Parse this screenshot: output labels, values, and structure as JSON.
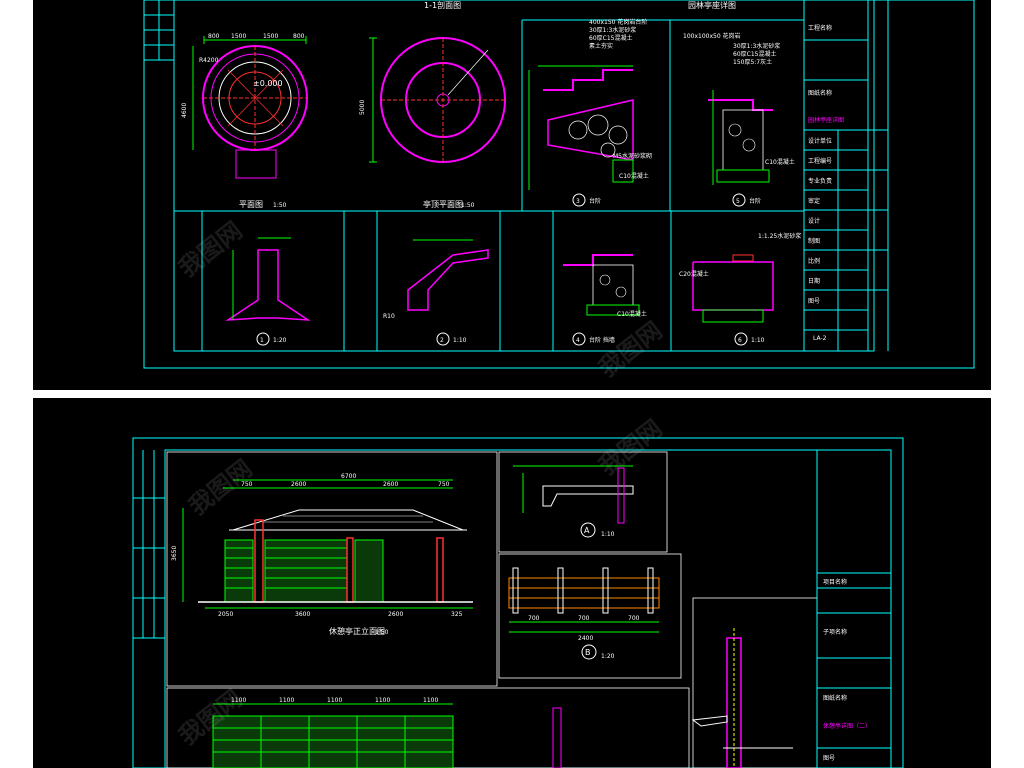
{
  "colors": {
    "background": "#ffffff",
    "sheet": "#000000",
    "frame": "#00ffff",
    "magenta": "#ff00ff",
    "green": "#00ff00",
    "yellow": "#ffff00",
    "white": "#ffffff",
    "red": "#ff3030",
    "orange": "#ff8800"
  },
  "sheet_top": {
    "plan_label": "平面图",
    "plan_scale": "1:50",
    "top_plan_label": "亭顶平面图",
    "top_plan_scale": "1:50",
    "section_header_1": "1-1剖面图",
    "detail_header": "园林亭座详图",
    "dims_plan": [
      "800",
      "1500",
      "1500",
      "800"
    ],
    "dims_plan_side": "4600",
    "dims_top_side": "5000",
    "elev_mark": "±0.000",
    "radius_label": "R4200",
    "notes_3": [
      "400x150 花岗岩台阶",
      "30厚1:3水泥砂浆",
      "60厚C15混凝土",
      "素土夯实"
    ],
    "notes_5": [
      "100x100x50 花岗岩",
      "30厚1:3水泥砂浆",
      "60厚C15混凝土",
      "150厚5:7灰土"
    ],
    "m5_label": "M5水泥砂浆砌",
    "c10_label_a": "C10混凝土",
    "c10_label_b": "C10混凝土",
    "c10_label_c": "C10混凝土",
    "detail_1_label": "1",
    "detail_1_scale": "1:20",
    "detail_2_label": "2",
    "detail_2_scale": "1:10",
    "detail_3_label": "3",
    "detail_3_name": "台阶",
    "detail_4_label": "4",
    "detail_4_name": "台阶 挡墙",
    "detail_5_label": "5",
    "detail_5_name": "台阶",
    "detail_6_label": "6",
    "detail_6_scale": "1:10",
    "r10_label": "R10",
    "c20_label": "C20混凝土",
    "ratio_label": "1:1.25水泥砂浆",
    "title_block": [
      "工程名称",
      "图纸名称",
      "园林亭座详图",
      "设计单位",
      "工程编号",
      "专业负责",
      "审定",
      "设计",
      "制图",
      "比例",
      "日期",
      "图号",
      "LA-2"
    ],
    "sheet_no": "LA-2"
  },
  "sheet_bottom": {
    "elevation_label": "休憩亭正立面图",
    "elevation_scale": "1:50",
    "dims_top": [
      "750",
      "2600",
      "2600",
      "750"
    ],
    "dims_top_total": "6700",
    "dims_bottom": [
      "2050",
      "3600",
      "2600",
      "325"
    ],
    "height_label": "3650",
    "detail_a_label": "A",
    "detail_a_scale": "1:10",
    "detail_b_label": "B",
    "detail_b_scale": "1:20",
    "dims_b": [
      "700",
      "700",
      "700"
    ],
    "dims_b_total": "2400",
    "dims_plan": [
      "1100",
      "1100",
      "1100",
      "1100",
      "1100"
    ],
    "title_block": [
      "项目名称",
      "子项名称",
      "图纸名称",
      "休憩亭详图（二）",
      "图号"
    ]
  },
  "watermark": "我图网"
}
